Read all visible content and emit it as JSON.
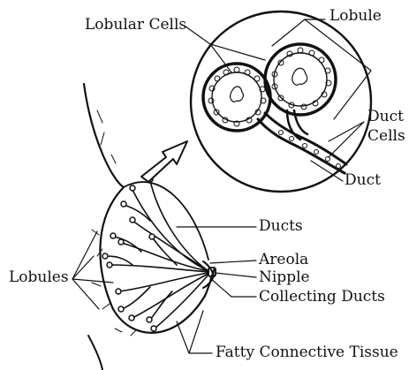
{
  "diagram": {
    "labels": {
      "lobular_cells": "Lobular Cells",
      "lobule": "Lobule",
      "duct_cells_line1": "Duct",
      "duct_cells_line2": "Cells",
      "duct": "Duct",
      "ducts": "Ducts",
      "areola": "Areola",
      "nipple": "Nipple",
      "lobules": "Lobules",
      "collecting_ducts": "Collecting Ducts",
      "fatty_connective_tissue": "Fatty Connective Tissue"
    }
  }
}
